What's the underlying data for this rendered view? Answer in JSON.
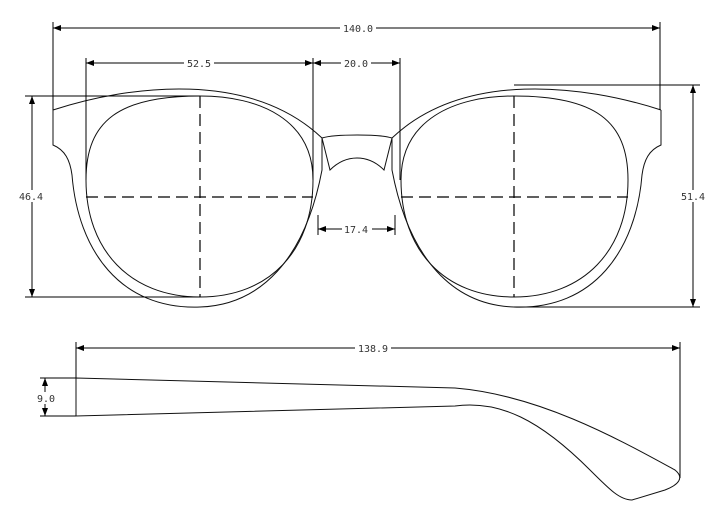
{
  "drawing": {
    "front_view": {
      "total_width": "140.0",
      "lens_width": "52.5",
      "bridge_width": "20.0",
      "nose_width": "17.4",
      "lens_height": "46.4",
      "frame_height": "51.4"
    },
    "side_view": {
      "temple_length": "138.9",
      "temple_height": "9.0"
    }
  }
}
